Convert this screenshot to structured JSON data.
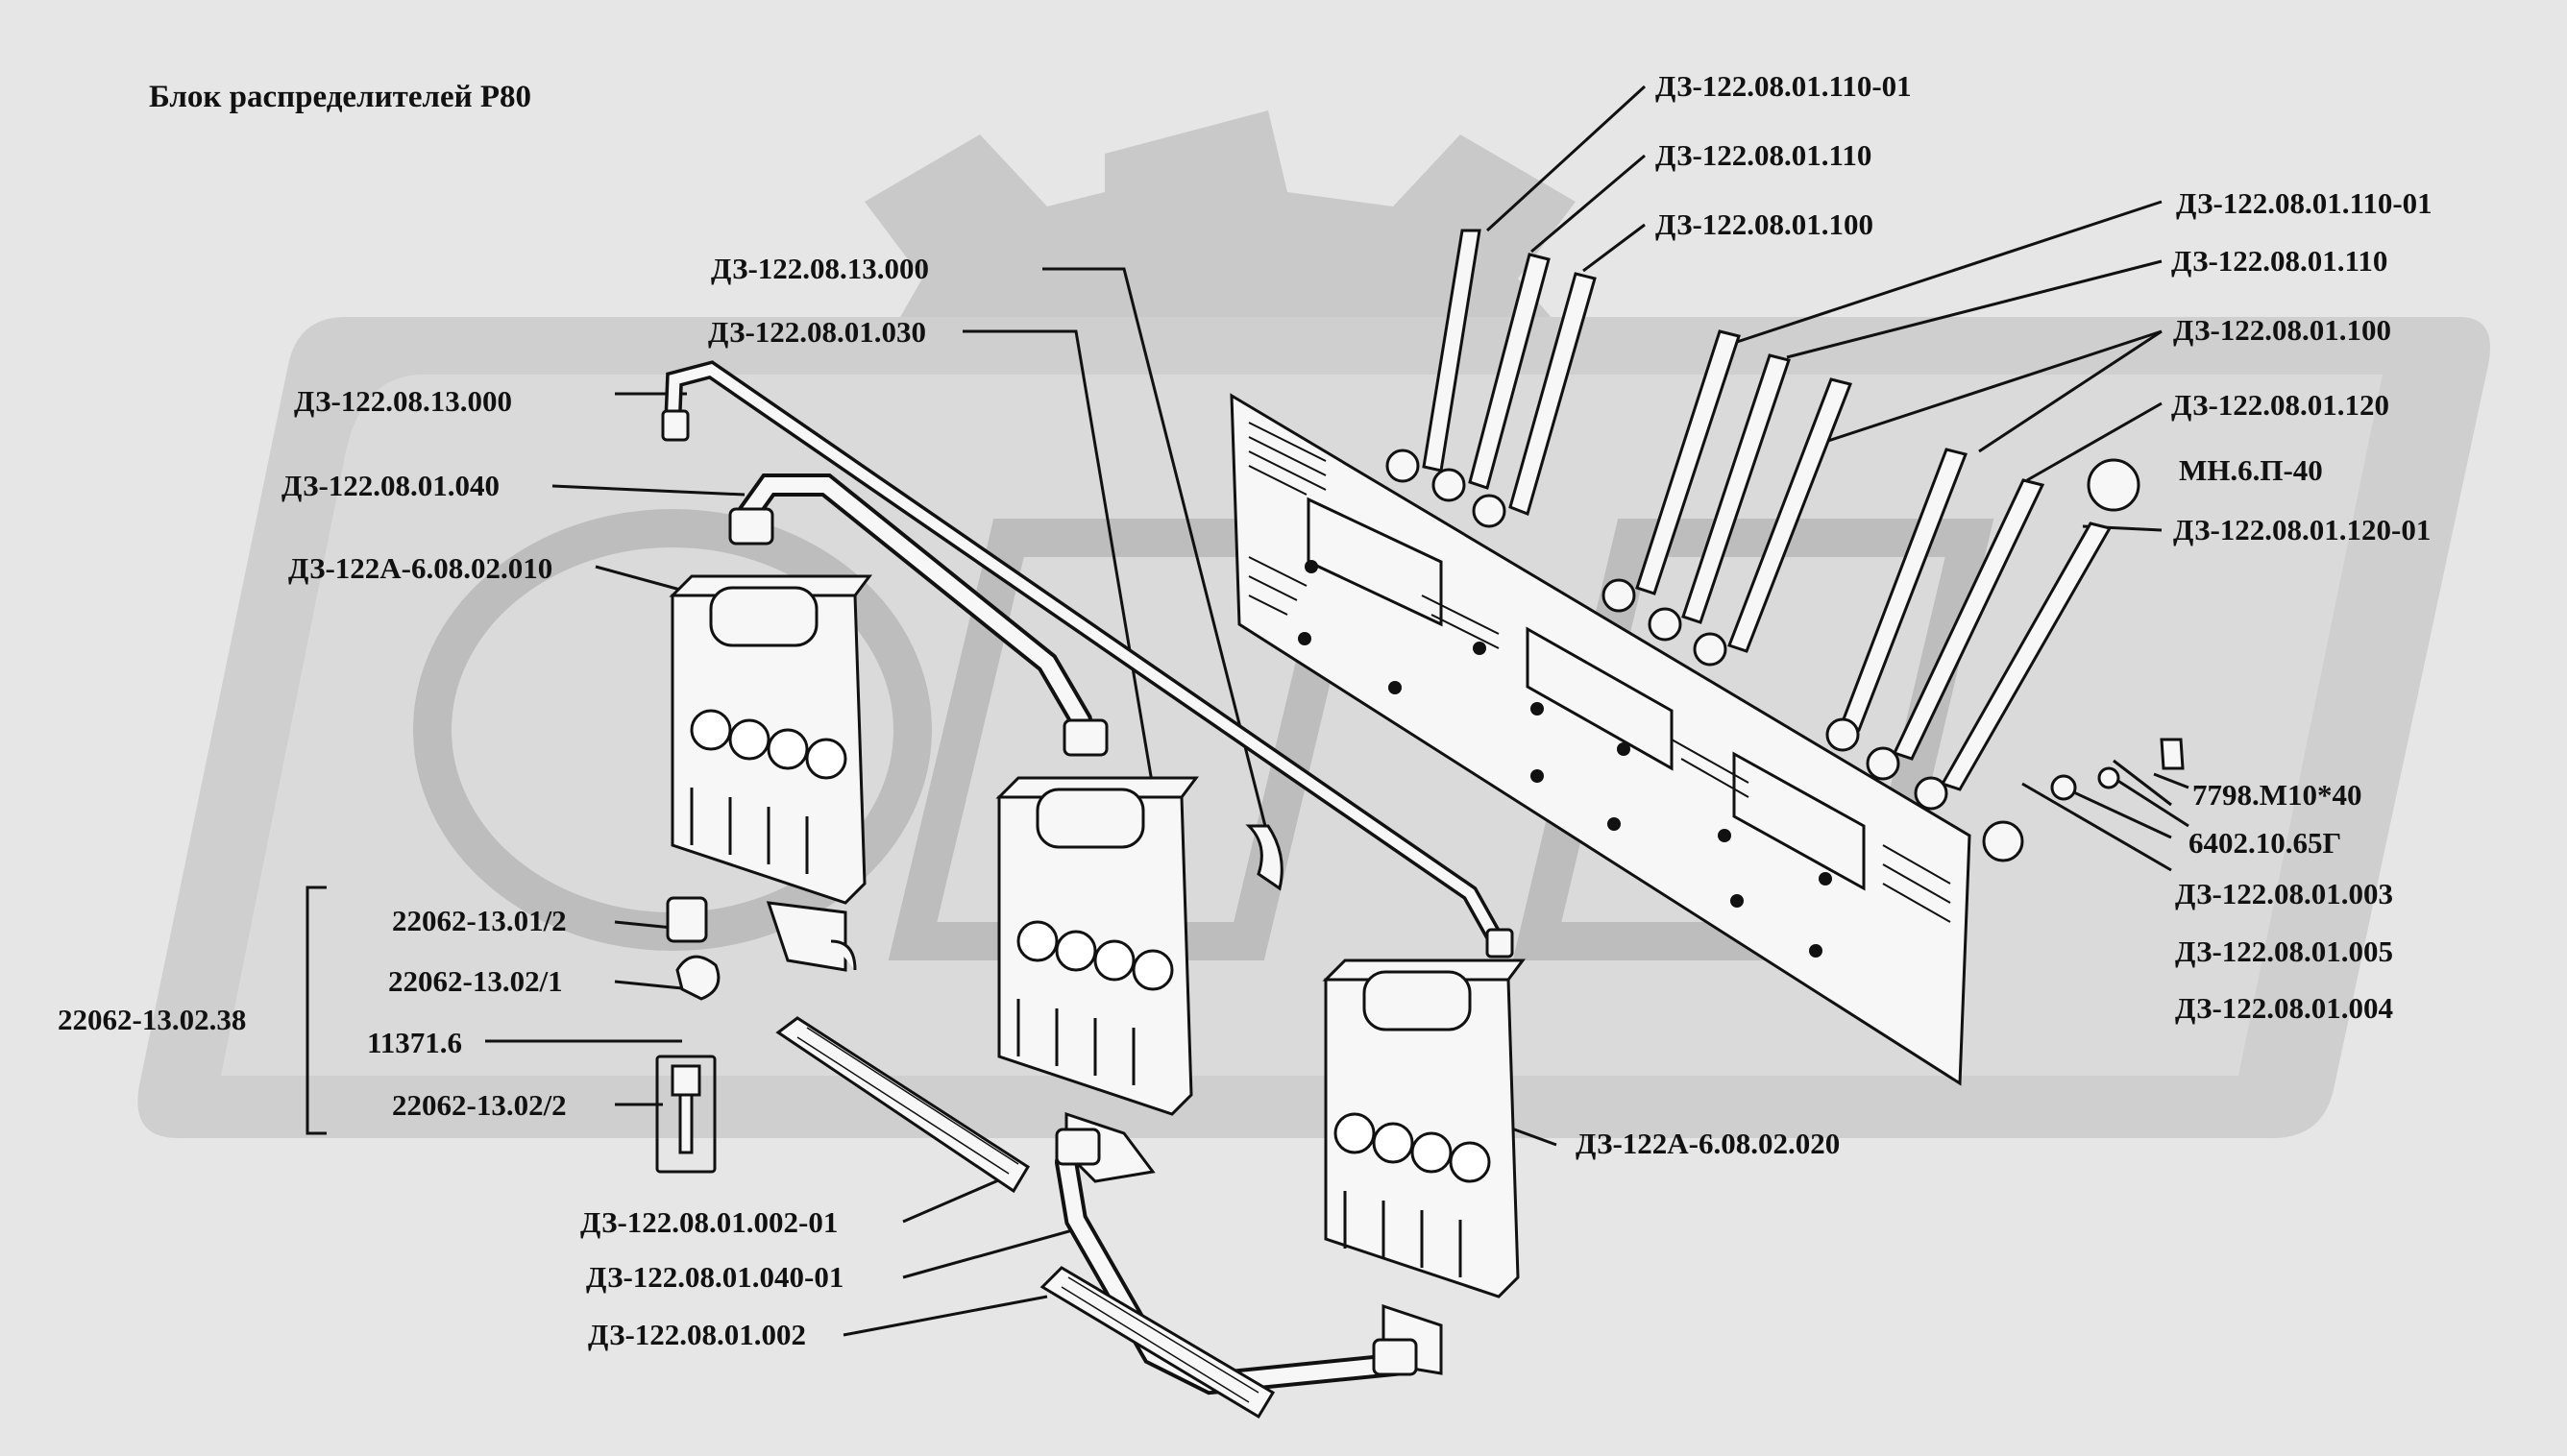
{
  "title": "Блок распределителей Р80",
  "labels": {
    "l1": "ДЗ-122.08.01.110-01",
    "l2": "ДЗ-122.08.01.110",
    "l3": "ДЗ-122.08.01.100",
    "l4": "ДЗ-122.08.01.110-01",
    "l5": "ДЗ-122.08.01.110",
    "l6": "ДЗ-122.08.01.100",
    "l7": "ДЗ-122.08.01.120",
    "l8": "МН.6.П-40",
    "l9": "ДЗ-122.08.01.120-01",
    "l10": "ДЗ-122.08.13.000",
    "l11": "ДЗ-122.08.01.030",
    "l12": "ДЗ-122.08.13.000",
    "l13": "ДЗ-122.08.01.040",
    "l14": "ДЗ-122А-6.08.02.010",
    "l15": "7798.М10*40",
    "l16": "6402.10.65Г",
    "l17": "ДЗ-122.08.01.003",
    "l18": "ДЗ-122.08.01.005",
    "l19": "ДЗ-122.08.01.004",
    "l20": "22062-13.01/2",
    "l21": "22062-13.02/1",
    "l22": "22062-13.02.38",
    "l23": "11371.6",
    "l24": "22062-13.02/2",
    "l25": "ДЗ-122А-6.08.02.020",
    "l26": "ДЗ-122.08.01.002-01",
    "l27": "ДЗ-122.08.01.040-01",
    "l28": "ДЗ-122.08.01.002"
  },
  "colors": {
    "background": "#e6e6e6",
    "watermark": "#c9c9c9",
    "ink": "#111111",
    "part_fill": "#f7f7f7"
  }
}
